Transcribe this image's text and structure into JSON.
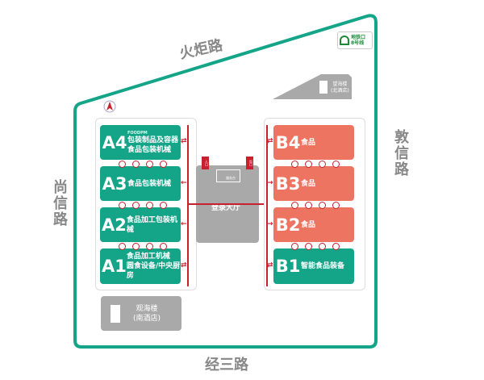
{
  "roads": {
    "north": "火炬路",
    "west": "尚信路",
    "east": "敦信路",
    "south": "经三路"
  },
  "metro": {
    "line1": "地铁口",
    "line2": "8号线",
    "icon": "metro-icon"
  },
  "north_hotel": {
    "line1": "望海楼",
    "line2": "(北酒店)"
  },
  "south_hotel": {
    "line1": "观海楼",
    "line2": "(南酒店)"
  },
  "lobby": {
    "title": "登录大厅",
    "entrance": "入口",
    "exit": "出口",
    "service_desk": "服务台"
  },
  "halls_a": [
    {
      "code": "A4",
      "lines": [
        "包装制品及容器",
        "食品包装机械"
      ]
    },
    {
      "code": "A3",
      "lines": [
        "食品包装机械"
      ]
    },
    {
      "code": "A2",
      "lines": [
        "食品加工包装机械"
      ]
    },
    {
      "code": "A1",
      "lines": [
        "食品加工机械",
        "圆食设备/中央厨房"
      ]
    }
  ],
  "halls_b": [
    {
      "code": "B4",
      "lines": [
        "食品"
      ]
    },
    {
      "code": "B3",
      "lines": [
        "食品"
      ]
    },
    {
      "code": "B2",
      "lines": [
        "食品"
      ]
    },
    {
      "code": "B1",
      "lines": [
        "智能食品装备"
      ]
    }
  ],
  "colors": {
    "border": "#14a589",
    "hall_a": "#14a589",
    "hall_b": "#ee7462",
    "route": "#c8202c",
    "building": "#a9a9a9"
  }
}
